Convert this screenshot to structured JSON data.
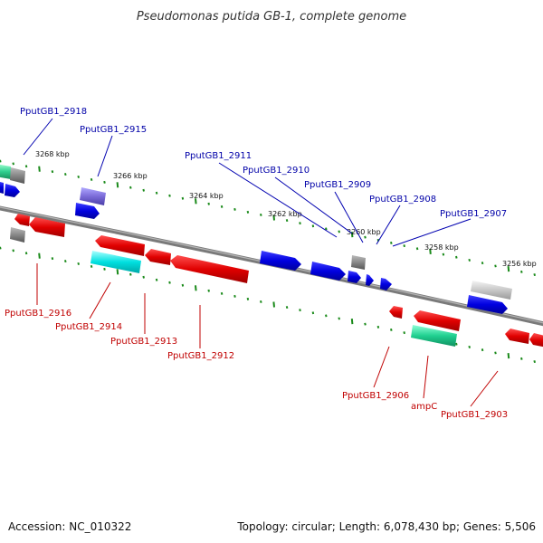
{
  "title": "Pseudomonas putida GB-1, complete genome",
  "footer": {
    "accession": "Accession: NC_010322",
    "topology": "Topology: circular; Length: 6,078,430 bp; Genes: 5,506"
  },
  "ticks": [
    "3268 kbp",
    "3266 kbp",
    "3264 kbp",
    "3262 kbp",
    "3260 kbp",
    "3258 kbp",
    "3256 kbp"
  ],
  "labels_top": [
    "PputGB1_2918",
    "PputGB1_2915",
    "PputGB1_2911",
    "PputGB1_2910",
    "PputGB1_2909",
    "PputGB1_2908",
    "PputGB1_2907"
  ],
  "labels_bottom": [
    "PputGB1_2916",
    "PputGB1_2914",
    "PputGB1_2913",
    "PputGB1_2912",
    "PputGB1_2906",
    "ampC",
    "PputGB1_2903"
  ],
  "colors": {
    "forward_cds": "#0000e0",
    "reverse_cds": "#e00000",
    "backbone": "#7a7a7a",
    "tick": "#1a8a1a",
    "label_forward": "#0000a8",
    "label_reverse": "#c00000",
    "cyan_feature": "#00d8d8",
    "teal_feature": "#20c890",
    "purple_feature": "#7b6bd8",
    "gray_feature": "#8a8a8a",
    "light_gray_feature": "#c0c0c0",
    "green_feature": "#30d090"
  }
}
